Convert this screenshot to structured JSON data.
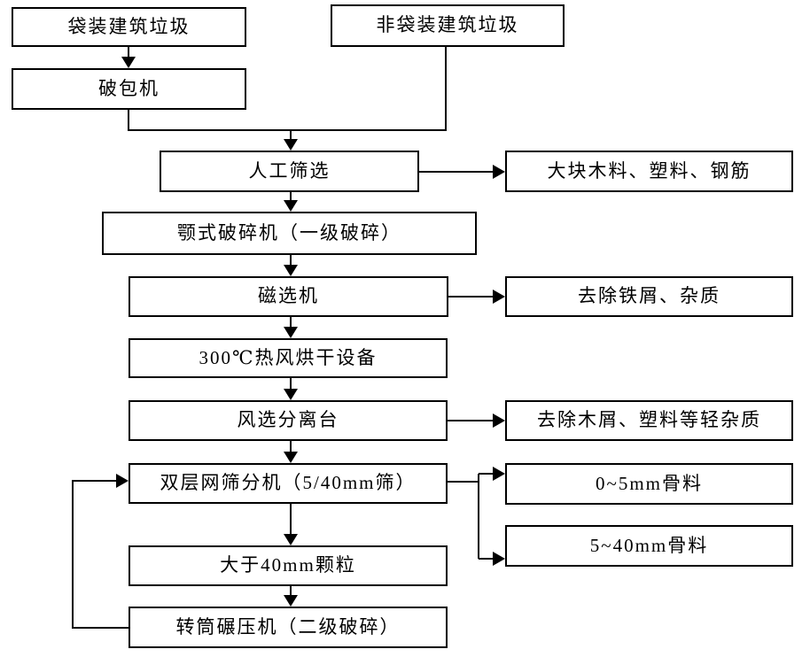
{
  "diagram_type": "flowchart",
  "colors": {
    "background": "#ffffff",
    "box_border": "#000000",
    "line": "#000000",
    "text": "#000000"
  },
  "nodes": [
    {
      "id": "bagged-waste",
      "label": "袋装建筑垃圾"
    },
    {
      "id": "non-bagged-waste",
      "label": "非袋装建筑垃圾"
    },
    {
      "id": "bag-breaker",
      "label": "破包机"
    },
    {
      "id": "manual-screening",
      "label": "人工筛选"
    },
    {
      "id": "bulky-rejects",
      "label": "大块木料、塑料、钢筋"
    },
    {
      "id": "jaw-crusher",
      "label": "颚式破碎机（一级破碎）"
    },
    {
      "id": "magnetic-separator",
      "label": "磁选机"
    },
    {
      "id": "iron-rejects",
      "label": "去除铁屑、杂质"
    },
    {
      "id": "hot-air-dryer",
      "label": "300℃热风烘干设备"
    },
    {
      "id": "air-separator",
      "label": "风选分离台"
    },
    {
      "id": "light-rejects",
      "label": "去除木屑、塑料等轻杂质"
    },
    {
      "id": "double-screen",
      "label": "双层网筛分机（5/40mm筛）"
    },
    {
      "id": "aggregate-0-5",
      "label": "0~5mm骨料"
    },
    {
      "id": "aggregate-5-40",
      "label": "5~40mm骨料"
    },
    {
      "id": "oversize-particles",
      "label": "大于40mm颗粒"
    },
    {
      "id": "drum-crusher",
      "label": "转筒碾压机（二级破碎）"
    }
  ],
  "edges": [
    {
      "from": "bagged-waste",
      "to": "bag-breaker"
    },
    {
      "from": "bag-breaker",
      "to": "manual-screening"
    },
    {
      "from": "non-bagged-waste",
      "to": "manual-screening"
    },
    {
      "from": "manual-screening",
      "to": "bulky-rejects"
    },
    {
      "from": "manual-screening",
      "to": "jaw-crusher"
    },
    {
      "from": "jaw-crusher",
      "to": "magnetic-separator"
    },
    {
      "from": "magnetic-separator",
      "to": "iron-rejects"
    },
    {
      "from": "magnetic-separator",
      "to": "hot-air-dryer"
    },
    {
      "from": "hot-air-dryer",
      "to": "air-separator"
    },
    {
      "from": "air-separator",
      "to": "light-rejects"
    },
    {
      "from": "air-separator",
      "to": "double-screen"
    },
    {
      "from": "double-screen",
      "to": "aggregate-0-5"
    },
    {
      "from": "double-screen",
      "to": "aggregate-5-40"
    },
    {
      "from": "double-screen",
      "to": "oversize-particles"
    },
    {
      "from": "oversize-particles",
      "to": "drum-crusher"
    },
    {
      "from": "drum-crusher",
      "to": "double-screen"
    }
  ]
}
